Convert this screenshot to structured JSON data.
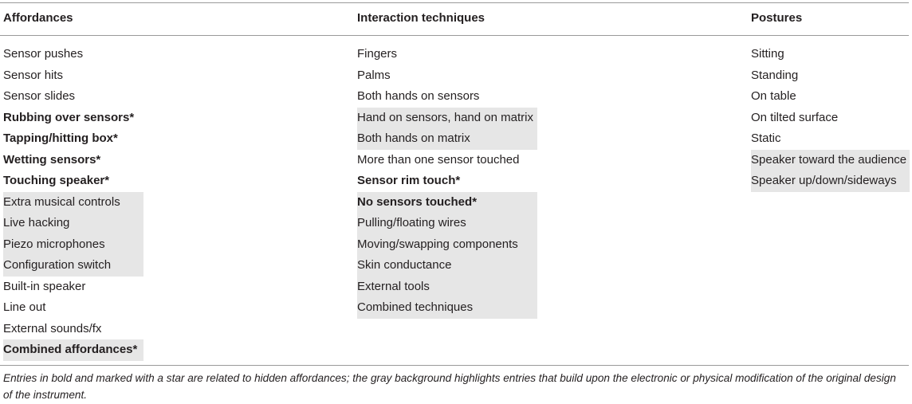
{
  "table": {
    "columns": [
      {
        "header": "Affordances",
        "pad_to": 176,
        "items": [
          {
            "text": "Sensor pushes",
            "bold": false,
            "gray": false
          },
          {
            "text": "Sensor hits",
            "bold": false,
            "gray": false
          },
          {
            "text": "Sensor slides",
            "bold": false,
            "gray": false
          },
          {
            "text": "Rubbing over sensors*",
            "bold": true,
            "gray": false
          },
          {
            "text": "Tapping/hitting box*",
            "bold": true,
            "gray": false
          },
          {
            "text": "Wetting sensors*",
            "bold": true,
            "gray": false
          },
          {
            "text": "Touching speaker*",
            "bold": true,
            "gray": false
          },
          {
            "text": "Extra musical controls",
            "bold": false,
            "gray": true
          },
          {
            "text": "Live hacking",
            "bold": false,
            "gray": true
          },
          {
            "text": "Piezo microphones",
            "bold": false,
            "gray": true
          },
          {
            "text": "Configuration switch",
            "bold": false,
            "gray": true
          },
          {
            "text": "Built-in speaker",
            "bold": false,
            "gray": false
          },
          {
            "text": "Line out",
            "bold": false,
            "gray": false
          },
          {
            "text": "External sounds/fx",
            "bold": false,
            "gray": false
          },
          {
            "text": "Combined affordances*",
            "bold": true,
            "gray": true
          }
        ]
      },
      {
        "header": "Interaction techniques",
        "pad_to": 226,
        "items": [
          {
            "text": "Fingers",
            "bold": false,
            "gray": false
          },
          {
            "text": "Palms",
            "bold": false,
            "gray": false
          },
          {
            "text": "Both hands on sensors",
            "bold": false,
            "gray": false
          },
          {
            "text": "Hand on sensors, hand on matrix",
            "bold": false,
            "gray": true
          },
          {
            "text": "Both hands on matrix",
            "bold": false,
            "gray": true
          },
          {
            "text": "More than one sensor touched",
            "bold": false,
            "gray": false
          },
          {
            "text": "Sensor rim touch*",
            "bold": true,
            "gray": false
          },
          {
            "text": "No sensors touched*",
            "bold": true,
            "gray": true
          },
          {
            "text": "Pulling/floating wires",
            "bold": false,
            "gray": true
          },
          {
            "text": "Moving/swapping components",
            "bold": false,
            "gray": true
          },
          {
            "text": "Skin conductance",
            "bold": false,
            "gray": true
          },
          {
            "text": "External tools",
            "bold": false,
            "gray": true
          },
          {
            "text": "Combined techniques",
            "bold": false,
            "gray": true
          }
        ]
      },
      {
        "header": "Postures",
        "pad_to": 199,
        "items": [
          {
            "text": "Sitting",
            "bold": false,
            "gray": false
          },
          {
            "text": "Standing",
            "bold": false,
            "gray": false
          },
          {
            "text": "On table",
            "bold": false,
            "gray": false
          },
          {
            "text": "On tilted surface",
            "bold": false,
            "gray": false
          },
          {
            "text": "Static",
            "bold": false,
            "gray": false
          },
          {
            "text": "Speaker toward the audience",
            "bold": false,
            "gray": true
          },
          {
            "text": "Speaker up/down/sideways",
            "bold": false,
            "gray": true
          }
        ]
      }
    ]
  },
  "footnote": "Entries in bold and marked with a star are related to hidden affordances; the gray background highlights entries that build upon the electronic or physical modification of the original design of the instrument.",
  "colors": {
    "highlight": "#e6e6e6",
    "rule": "#9a9a9a",
    "text": "#231f20"
  }
}
